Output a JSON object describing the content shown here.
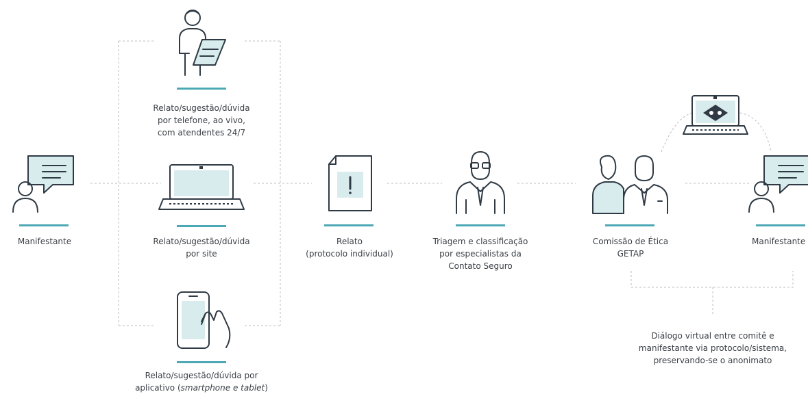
{
  "colors": {
    "accent": "#4ca8b4",
    "icon_fill": "#d8ecee",
    "ink": "#2f3a44",
    "connector": "#b8bcc0"
  },
  "nodes": {
    "manifestante_left": {
      "label": "Manifestante",
      "icon": "person-speech-icon"
    },
    "phone_channel": {
      "lines": [
        "Relato/sugestão/dúvida",
        "por telefone, ao vivo,",
        "com atendentes 24/7"
      ],
      "icon": "attendant-tablet-icon"
    },
    "site_channel": {
      "lines": [
        "Relato/sugestão/dúvida",
        "por site"
      ],
      "icon": "laptop-icon"
    },
    "app_channel": {
      "line1": "Relato/sugestão/dúvida por",
      "line2_pre": "aplicativo (",
      "line2_em": "smartphone e tablet",
      "line2_post": ")",
      "icon": "smartphone-hand-icon"
    },
    "relato": {
      "lines": [
        "Relato",
        "(protocolo individual)"
      ],
      "icon": "document-alert-icon"
    },
    "triagem": {
      "lines": [
        "Triagem e classificação",
        "por especialistas da",
        "Contato Seguro"
      ],
      "icon": "specialist-icon"
    },
    "comissao": {
      "lines": [
        "Comissão de Ética",
        "GETAP"
      ],
      "icon": "committee-icon"
    },
    "manifestante_right": {
      "label": "Manifestante",
      "icon": "person-speech-icon"
    },
    "dialogo": {
      "lines": [
        "Diálogo virtual entre comitê e",
        "manifestante via protocolo/sistema,",
        "preservando-se o anonimato"
      ],
      "icon": "laptop-anonymous-icon"
    }
  }
}
